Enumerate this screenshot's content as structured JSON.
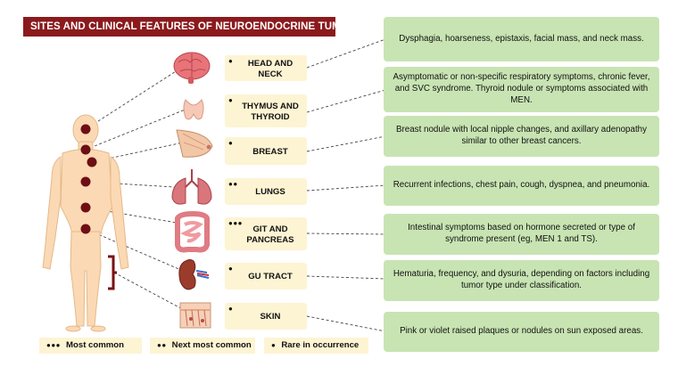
{
  "title": "SITES AND CLINICAL FEATURES OF NEUROENDOCRINE TUMORS",
  "sites": [
    {
      "dots": "●",
      "label": "HEAD AND NECK",
      "description": "Dysphagia, hoarseness, epistaxis, facial mass, and neck mass."
    },
    {
      "dots": "●",
      "label": "THYMUS AND THYROID",
      "description": "Asymptomatic or non-specific respiratory symptoms, chronic fever, and SVC syndrome. Thyroid nodule or symptoms associated with MEN."
    },
    {
      "dots": "●",
      "label": "BREAST",
      "description": "Breast nodule with local nipple changes, and axillary adenopathy similar to other breast cancers."
    },
    {
      "dots": "●●",
      "label": "LUNGS",
      "description": "Recurrent infections, chest pain, cough, dyspnea, and pneumonia."
    },
    {
      "dots": "●●●",
      "label": "GIT AND PANCREAS",
      "description": "Intestinal symptoms based on hormone secreted or type of syndrome present (eg, MEN 1 and TS)."
    },
    {
      "dots": "●",
      "label": "GU TRACT",
      "description": "Hematuria, frequency, and dysuria, depending on factors including tumor type under classification."
    },
    {
      "dots": "●",
      "label": "SKIN",
      "description": "Pink or violet raised plaques or nodules on sun exposed areas."
    }
  ],
  "legend": [
    {
      "dots": "●●●",
      "label": "Most common"
    },
    {
      "dots": "●●",
      "label": "Next most common"
    },
    {
      "dots": "●",
      "label": "Rare in occurrence"
    }
  ],
  "colors": {
    "title_bg": "#8b1a1d",
    "organ_box_bg": "#fdf4d3",
    "desc_box_bg": "#c8e4b3",
    "body_fill": "#fbd9b4",
    "marker": "#6d0f14"
  },
  "icons": [
    "brain-icon",
    "thyroid-icon",
    "breast-icon",
    "lungs-icon",
    "intestine-icon",
    "kidney-icon",
    "skin-icon",
    "human-body-icon"
  ]
}
